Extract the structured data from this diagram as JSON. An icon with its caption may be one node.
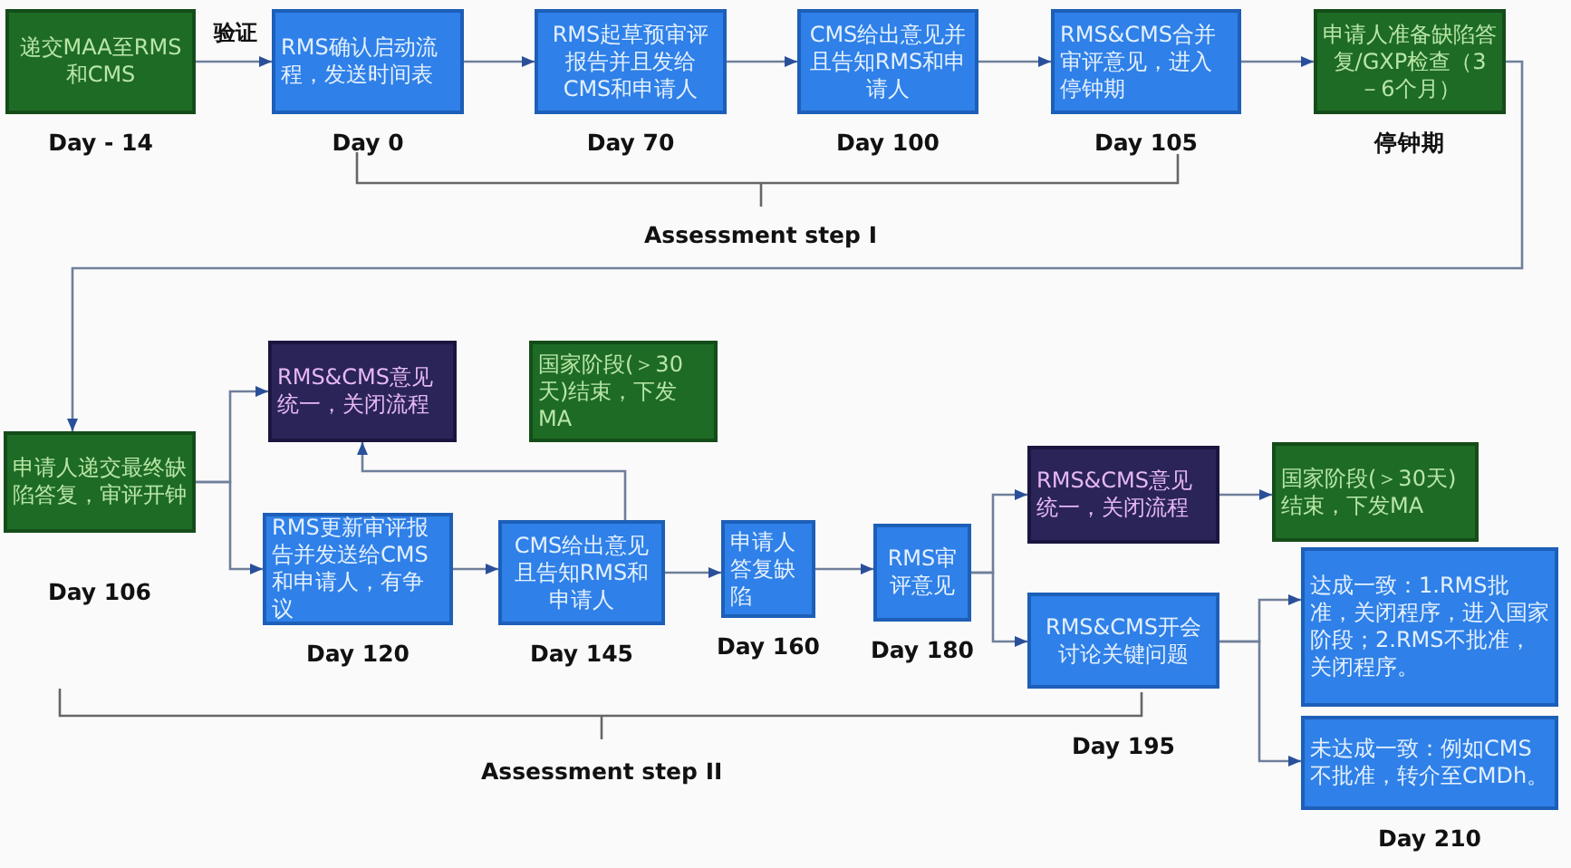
{
  "diagram": {
    "nodes": [
      {
        "text": [
          "递交MAA至RMS和CMS"
        ],
        "beside": [
          "Day - 14"
        ]
      },
      {
        "text": [
          "RMS确认启动流程，发送时间表"
        ],
        "beside": [
          "Day 0"
        ]
      },
      {
        "text": [
          "RMS起草预审评报告并且发给CMS和申请人"
        ],
        "beside": [
          "Day 70"
        ]
      },
      {
        "text": [
          "CMS给出意见并且告知RMS和申请人"
        ],
        "beside": [
          "Day 100"
        ]
      },
      {
        "text": [
          "RMS&CMS合并审评意见，进入停钟期"
        ],
        "beside": [
          "Day 105"
        ]
      },
      {
        "text": [
          "申请人准备缺陷答复/GXP检查（3－6个月）"
        ],
        "beside": [
          "停钟期"
        ]
      },
      {
        "text": [
          "申请人递交最终缺陷答复，审评开钟"
        ],
        "beside": [
          "Day 106"
        ]
      },
      {
        "text": [
          "RMS&CMS意见统一，关闭流程"
        ]
      },
      {
        "text": [
          "国家阶段(＞30天)结束，下发MA"
        ]
      },
      {
        "text": [
          "RMS更新审评报告并发送给CMS和申请人，有争议"
        ],
        "beside": [
          "Day 120"
        ]
      },
      {
        "text": [
          "CMS给出意见且告知RMS和申请人"
        ],
        "beside": [
          "Day 145"
        ]
      },
      {
        "text": [
          "申请人答复缺陷"
        ],
        "beside": [
          "Day 160"
        ]
      },
      {
        "text": [
          "RMS审评意见"
        ],
        "beside": [
          "Day 180"
        ]
      },
      {
        "text": [
          "RMS&CMS意见统一，关闭流程"
        ]
      },
      {
        "text": [
          "国家阶段(＞30天)结束，下发MA"
        ]
      },
      {
        "text": [
          "RMS&CMS开会讨论关键问题"
        ],
        "beside": [
          "Day 195"
        ]
      },
      {
        "text": [
          "达成一致：1.RMS批准，关闭程序，进入国家阶段；2.RMS不批准，关闭程序。"
        ]
      },
      {
        "text": [
          "未达成一致：例如CMS不批准，转介至CMDh。"
        ],
        "beside": [
          "Day 210"
        ]
      }
    ],
    "edges": [
      {
        "from": 0,
        "to": 1,
        "arrow": "to",
        "label": "验证"
      },
      {
        "from": 1,
        "to": 2,
        "arrow": "to"
      },
      {
        "from": 2,
        "to": 3,
        "arrow": "to"
      },
      {
        "from": 3,
        "to": 4,
        "arrow": "to"
      },
      {
        "from": 4,
        "to": 5,
        "arrow": "to"
      },
      {
        "from": 5,
        "to": 6,
        "arrow": "to"
      },
      {
        "from": 6,
        "to": 7,
        "arrow": "to"
      },
      {
        "from": 6,
        "to": 9,
        "arrow": "to"
      },
      {
        "from": 9,
        "to": 10,
        "arrow": "to"
      },
      {
        "from": 10,
        "to": 7,
        "arrow": "to"
      },
      {
        "from": 10,
        "to": 11,
        "arrow": "to"
      },
      {
        "from": 11,
        "to": 12,
        "arrow": "to"
      },
      {
        "from": 12,
        "to": 13,
        "arrow": "to"
      },
      {
        "from": 12,
        "to": 15,
        "arrow": "to"
      },
      {
        "from": 13,
        "to": 14,
        "arrow": "to"
      },
      {
        "from": 15,
        "to": 16,
        "arrow": "to"
      },
      {
        "from": 15,
        "to": 17,
        "arrow": "to"
      }
    ],
    "labels": [
      "Assessment step I",
      "Assessment step II"
    ]
  }
}
